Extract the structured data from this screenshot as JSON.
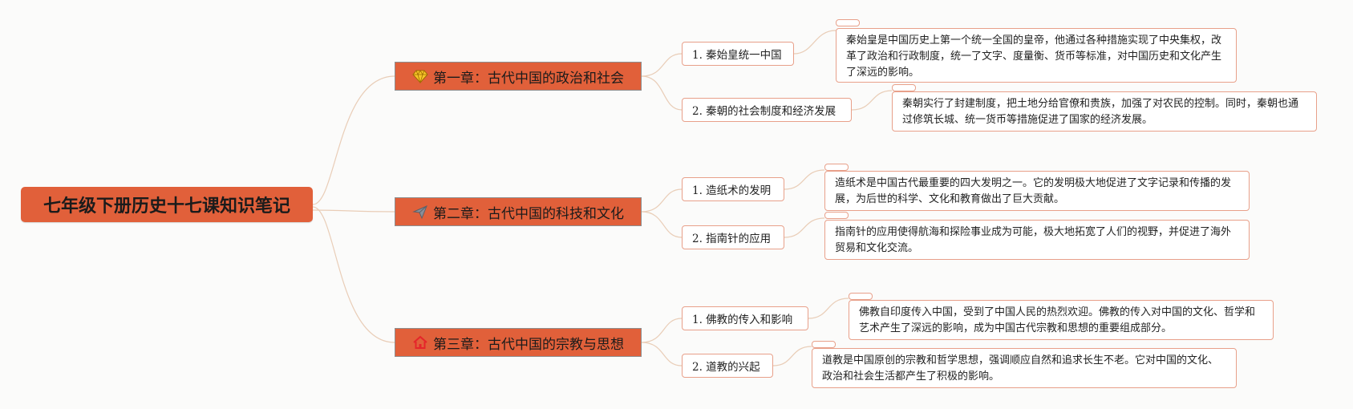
{
  "root": {
    "title": "七年级下册历史十七课知识笔记"
  },
  "chapters": [
    {
      "title": "第一章：古代中国的政治和社会",
      "icon": "gem-icon",
      "topics": [
        {
          "label": "1. 秦始皇统一中国",
          "detail": "秦始皇是中国历史上第一个统一全国的皇帝，他通过各种措施实现了中央集权，改革了政治和行政制度，统一了文字、度量衡、货币等标准，对中国历史和文化产生了深远的影响。"
        },
        {
          "label": "2. 秦朝的社会制度和经济发展",
          "detail": "秦朝实行了封建制度，把土地分给官僚和贵族，加强了对农民的控制。同时，秦朝也通过修筑长城、统一货币等措施促进了国家的经济发展。"
        }
      ]
    },
    {
      "title": "第二章：古代中国的科技和文化",
      "icon": "paper-plane-icon",
      "topics": [
        {
          "label": "1. 造纸术的发明",
          "detail": "造纸术是中国古代最重要的四大发明之一。它的发明极大地促进了文字记录和传播的发展，为后世的科学、文化和教育做出了巨大贡献。"
        },
        {
          "label": "2. 指南针的应用",
          "detail": "指南针的应用使得航海和探险事业成为可能，极大地拓宽了人们的视野，并促进了海外贸易和文化交流。"
        }
      ]
    },
    {
      "title": "第三章：古代中国的宗教与思想",
      "icon": "home-icon",
      "topics": [
        {
          "label": "1. 佛教的传入和影响",
          "detail": "佛教自印度传入中国，受到了中国人民的热烈欢迎。佛教的传入对中国的文化、哲学和艺术产生了深远的影响，成为中国古代宗教和思想的重要组成部分。"
        },
        {
          "label": "2. 道教的兴起",
          "detail": "道教是中国原创的宗教和哲学思想，强调顺应自然和追求长生不老。它对中国的文化、政治和社会生活都产生了积极的影响。"
        }
      ]
    }
  ],
  "colors": {
    "node_fill": "#e1603a",
    "border": "#e8a08a",
    "link": "#e9cdb7",
    "background": "#fbfbfa"
  }
}
